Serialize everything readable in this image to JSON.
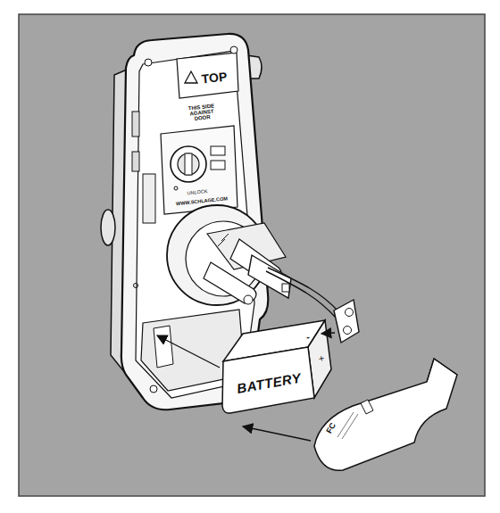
{
  "diagram": {
    "nodes": [
      {
        "text": [
          "BATTERY"
        ]
      }
    ],
    "labels": [
      "TOP",
      "THIS SIDE AGAINST DOOR",
      "UNLOCK",
      "WWW.SCHLAGE.COM",
      "-",
      "+",
      "FC"
    ]
  }
}
